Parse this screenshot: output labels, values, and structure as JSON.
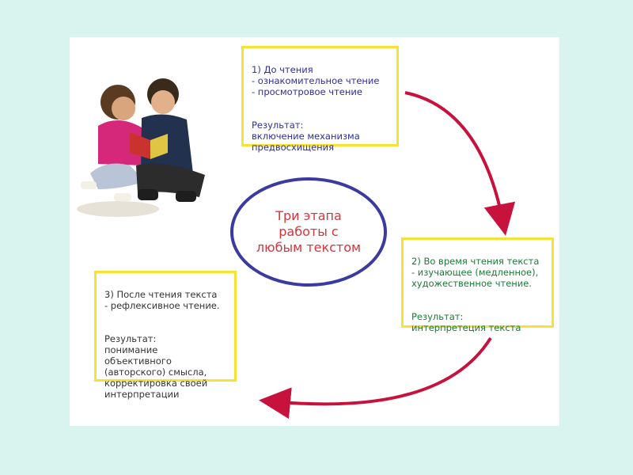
{
  "center": {
    "title": "Три этапа\nработы с\nлюбым текстом"
  },
  "stages": [
    {
      "heading": "1) До чтения\n- ознакомительное чтение\n- просмотровое чтение",
      "result": "Результат:\nвключение механизма\nпредвосхищения"
    },
    {
      "heading": "2) Во время чтения текста\n- изучающее (медленное),\nхудожественное чтение.",
      "result": "Результат:\nинтерпретеция текста"
    },
    {
      "heading": "3) После чтения текста\n- рефлексивное чтение.",
      "result": "Результат:\nпонимание объективного\n(авторского) смысла,\nкорректировка своей\nинтерпретации"
    }
  ],
  "colors": {
    "background": "#d9f3ee",
    "box_border": "#f6e234",
    "ellipse_border": "#3b3aa2",
    "arrow": "#c8123e",
    "stage1_text": "#2e2f9a",
    "stage2_text": "#1d7a3a",
    "stage3_text": "#333333",
    "center_text": "#d8343a"
  },
  "image": {
    "icon": "children-reading-book"
  }
}
